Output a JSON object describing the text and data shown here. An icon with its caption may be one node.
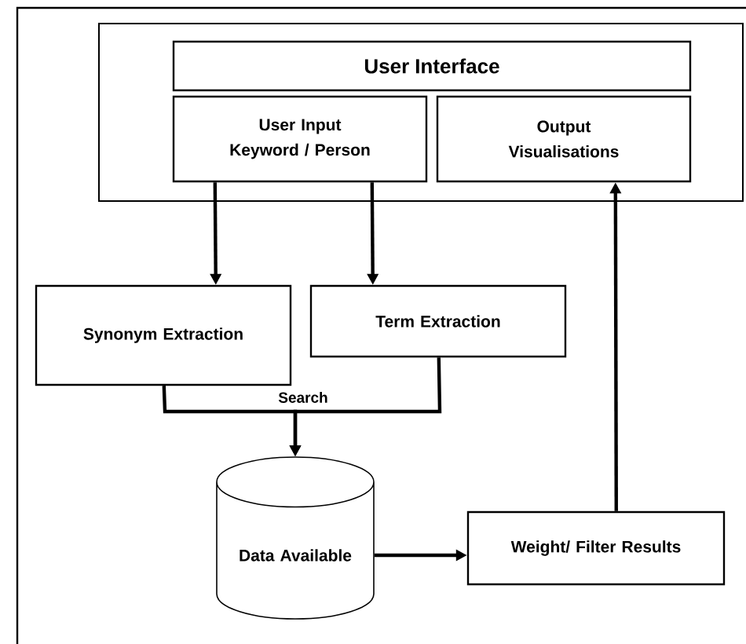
{
  "diagram": {
    "nodes": [
      {
        "text": [],
        "shape": "box"
      },
      {
        "text": [
          "User Interface"
        ],
        "in": 0
      },
      {
        "text": [
          "User Input",
          "Keyword / Person"
        ],
        "in": 0
      },
      {
        "text": [
          "Output",
          "Visualisations"
        ],
        "in": 0
      },
      {
        "text": [
          "Synonym Extraction"
        ]
      },
      {
        "text": [
          "Term Extraction"
        ]
      },
      {
        "text": [
          "Data Available"
        ]
      },
      {
        "text": [
          "Weight/ Filter Results"
        ]
      }
    ],
    "edges": [
      {
        "from": 2,
        "to": 4,
        "arrow": "to"
      },
      {
        "from": 2,
        "to": 5,
        "arrow": "to"
      },
      {
        "from": 4,
        "to": 6,
        "arrow": "to",
        "label": "Search"
      },
      {
        "from": 5,
        "to": 6,
        "arrow": "to"
      },
      {
        "from": 6,
        "to": 7,
        "arrow": "to"
      },
      {
        "from": 7,
        "to": 3,
        "arrow": "to"
      }
    ]
  }
}
